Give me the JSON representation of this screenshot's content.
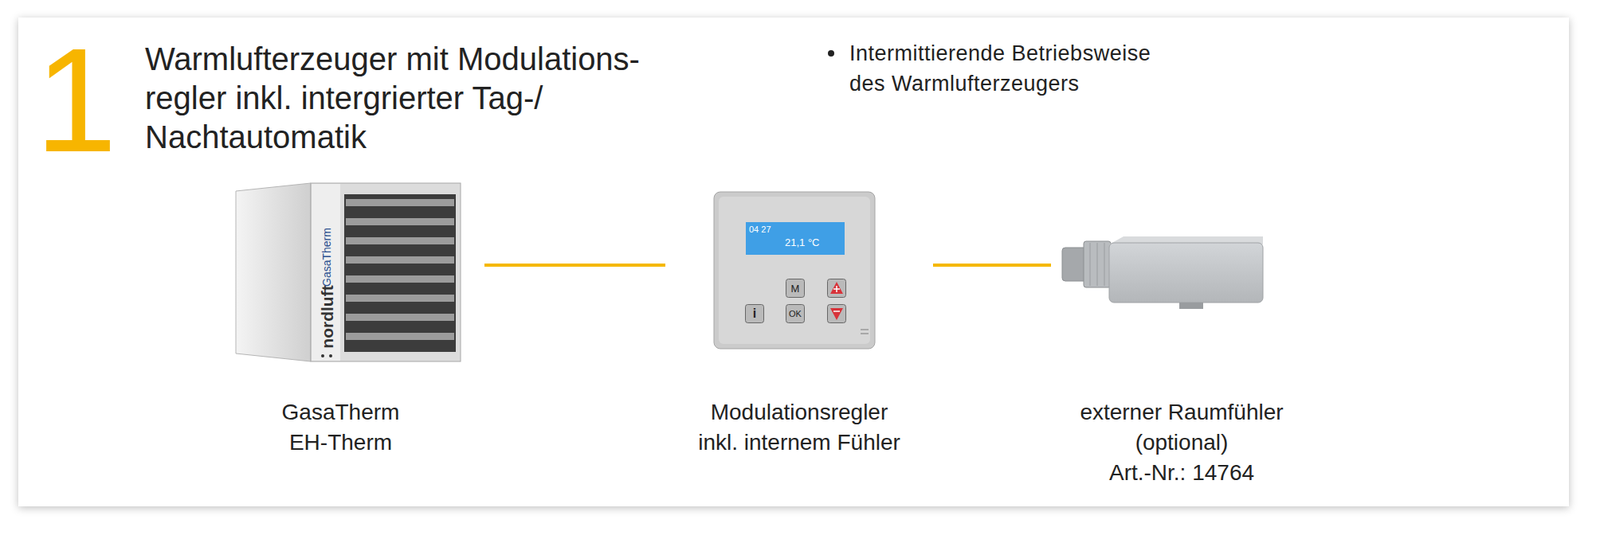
{
  "diagram": {
    "title": "Warmlufterzeuger mit Modulations- regler inkl. intergrierter Tag-/ Nachtautomatik",
    "nodes": [
      {
        "text": [
          "GasaTherm EH-Therm"
        ]
      },
      {
        "text": [
          "Modulationsregler inkl. internem Fühler"
        ]
      },
      {
        "text": [
          "externer Raumfühler (optional)",
          "Art.-Nr.: 14764"
        ]
      }
    ],
    "edges": [
      {
        "from": 0,
        "to": 1,
        "arrow": "none"
      },
      {
        "from": 1,
        "to": 2,
        "arrow": "none"
      }
    ],
    "labels": [
      "1",
      "Intermittierende Betriebsweise des Warmlufterzeugers",
      "GasaTherm",
      "nordluft",
      "04 27",
      "21,1 °C",
      "M",
      "i",
      "OK"
    ]
  }
}
